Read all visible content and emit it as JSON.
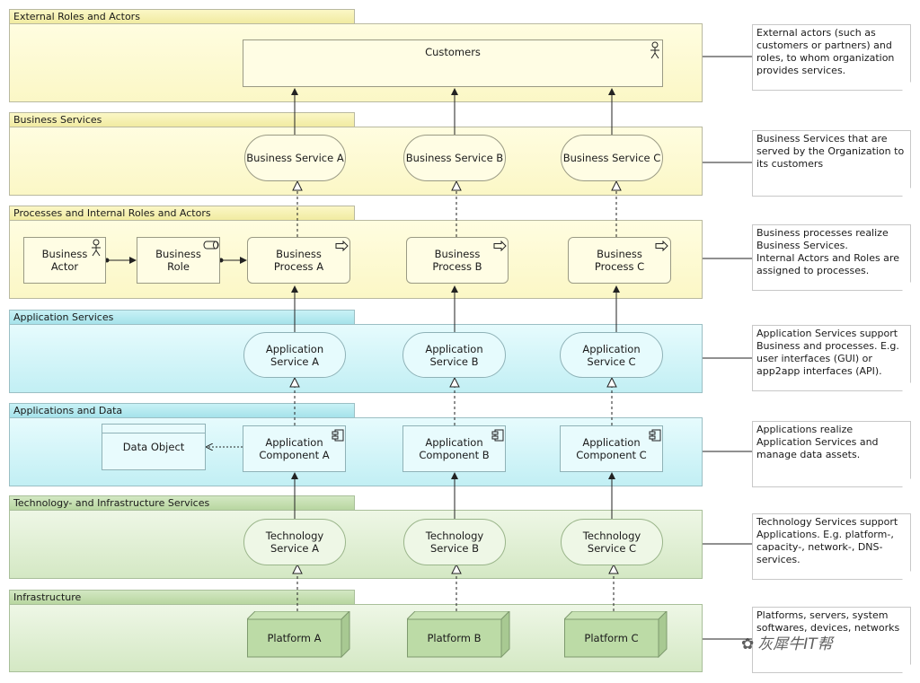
{
  "layers": {
    "external": {
      "title": "External Roles and Actors"
    },
    "business_services": {
      "title": "Business Services"
    },
    "processes": {
      "title": "Processes and Internal Roles and Actors"
    },
    "application_services": {
      "title": "Application Services"
    },
    "applications": {
      "title": "Applications and Data"
    },
    "tech_services": {
      "title": "Technology- and Infrastructure Services"
    },
    "infrastructure": {
      "title": "Infrastructure"
    }
  },
  "elements": {
    "customers": "Customers",
    "business_service_a": "Business Service A",
    "business_service_b": "Business Service B",
    "business_service_c": "Business Service C",
    "business_actor": "Business\nActor",
    "business_role": "Business\nRole",
    "business_process_a": "Business\nProcess A",
    "business_process_b": "Business\nProcess B",
    "business_process_c": "Business\nProcess C",
    "application_service_a": "Application\nService A",
    "application_service_b": "Application\nService B",
    "application_service_c": "Application\nService C",
    "data_object": "Data Object",
    "application_component_a": "Application\nComponent A",
    "application_component_b": "Application\nComponent B",
    "application_component_c": "Application\nComponent C",
    "technology_service_a": "Technology\nService A",
    "technology_service_b": "Technology\nService B",
    "technology_service_c": "Technology\nService C",
    "platform_a": "Platform A",
    "platform_b": "Platform B",
    "platform_c": "Platform C"
  },
  "notes": {
    "external": "External actors (such as customers or partners) and roles, to whom organization provides services.",
    "business_services": "Business Services that are served by the Organization to its customers",
    "processes": "Business processes realize Business Services.\nInternal Actors and Roles are assigned to processes.",
    "application_services": "Application Services support Business and processes. E.g. user interfaces (GUI) or app2app interfaces (API).",
    "applications": "Applications realize Application Services and manage data assets.",
    "tech_services": "Technology Services support Applications. E.g. platform-, capacity-, network-, DNS-services.",
    "infrastructure": "Platforms, servers, system softwares, devices, networks"
  },
  "watermark": "灰犀牛IT帮",
  "colors": {
    "business_layer": "#fbf7c6",
    "application_layer": "#c2eff4",
    "technology_layer": "#d4e8c4",
    "connector": "#222222"
  },
  "icons": {
    "actor": "stick-figure-icon",
    "role": "role-cylinder-icon",
    "process": "process-arrow-icon",
    "component": "component-icon",
    "node": "3d-box-node"
  }
}
